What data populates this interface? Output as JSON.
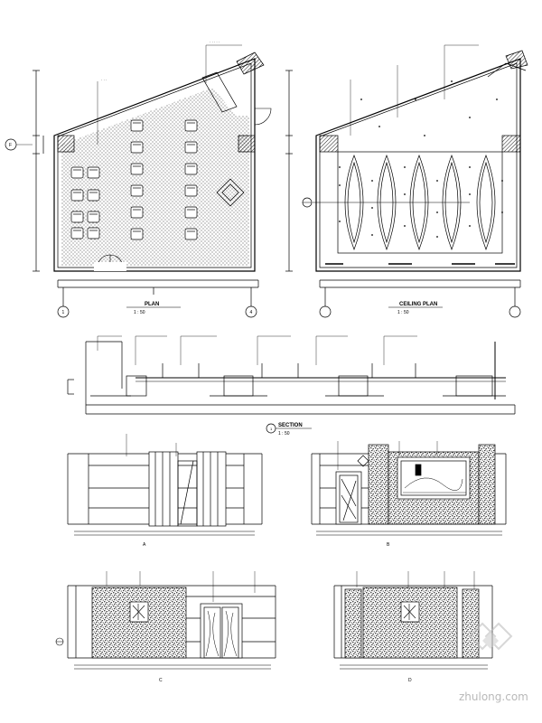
{
  "plan": {
    "title": "PLAN",
    "scale": "1 : 50",
    "grid_markers": [
      "F",
      "1",
      "4"
    ]
  },
  "ceiling_plan": {
    "title": "CEILING PLAN",
    "scale": "1 : 50"
  },
  "section": {
    "marker": "1",
    "title": "SECTION",
    "scale": "1 : 50"
  },
  "elevations": [
    {
      "marker": "A"
    },
    {
      "marker": "B"
    },
    {
      "marker": "C"
    },
    {
      "marker": "D"
    }
  ],
  "watermark": {
    "text": "zhulong.com"
  }
}
